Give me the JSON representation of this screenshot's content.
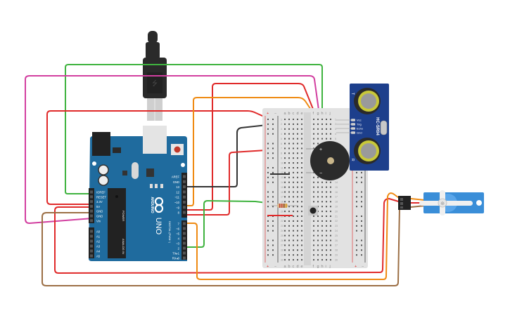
{
  "canvas": {
    "background": "#ffffff"
  },
  "colors": {
    "board_blue": "#1f6b9e",
    "board_dark": "#16557f",
    "wire_red": "#e02a2a",
    "wire_green": "#3fb33f",
    "wire_magenta": "#d23fa0",
    "wire_orange": "#ef8a12",
    "wire_black": "#333333",
    "wire_brown": "#9c6f45",
    "sensor_blue": "#1d3f8c",
    "servo_blue": "#3a8ed8"
  },
  "arduino": {
    "brand": "ARDUINO",
    "model": "UNO",
    "power_header_label": "POWER",
    "analog_header_label": "ANALOG IN",
    "digital_header_label": "DIGITAL (PWM~)",
    "led_labels": [
      "L",
      "TX",
      "RX"
    ],
    "on_label": "ON",
    "power_pins": [
      "IOREF",
      "RESET",
      "3.3V",
      "5V",
      "GND",
      "GND",
      "Vin"
    ],
    "analog_pins": [
      "A0",
      "A1",
      "A2",
      "A3",
      "A4",
      "A5"
    ],
    "digital_pins_top": [
      "AREF",
      "GND",
      "13",
      "12",
      "~11",
      "~10",
      "~9",
      "8"
    ],
    "digital_pins_bottom": [
      "7",
      "~6",
      "~5",
      "4",
      "~3",
      "2",
      "TX▸1",
      "RX◂0"
    ]
  },
  "breadboard": {
    "rail_plus": "+",
    "rail_minus": "−",
    "columns_left": [
      "a",
      "b",
      "c",
      "d",
      "e"
    ],
    "columns_right": [
      "f",
      "g",
      "h",
      "i",
      "j"
    ],
    "rows": [
      "1",
      "2",
      "3",
      "4",
      "5",
      "6",
      "7",
      "8",
      "9",
      "10",
      "11",
      "12",
      "13",
      "14",
      "15",
      "16",
      "17",
      "18",
      "19",
      "20",
      "21",
      "22",
      "23",
      "24",
      "25",
      "26",
      "27",
      "28",
      "29",
      "30"
    ]
  },
  "buzzer": {
    "plus_label": "+",
    "minus_label": "−"
  },
  "ultrasonic_sensor": {
    "model": "HC-SR04",
    "pins": [
      "Vcc",
      "Trig",
      "Echo",
      "Gnd"
    ],
    "t_label": "T",
    "r_label": "R"
  },
  "servo": {
    "name": "micro servo"
  },
  "components": [
    "Arduino Uno",
    "USB cable",
    "Breadboard",
    "Piezo buzzer",
    "HC-SR04 ultrasonic sensor",
    "Pushbutton",
    "Resistor",
    "Micro servo"
  ]
}
